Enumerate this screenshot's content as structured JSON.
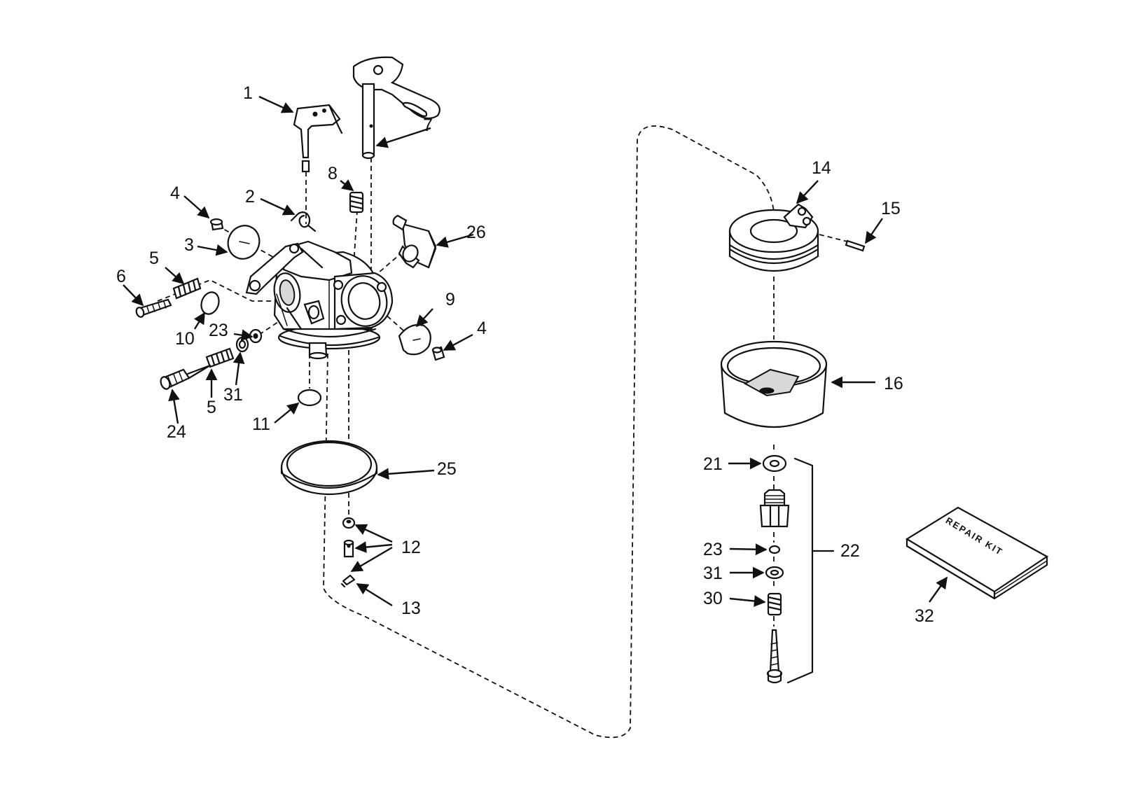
{
  "callouts": {
    "c1": "1",
    "c2": "2",
    "c3": "3",
    "c4a": "4",
    "c4b": "4",
    "c5a": "5",
    "c5b": "5",
    "c6": "6",
    "c7": "7",
    "c8": "8",
    "c9": "9",
    "c10": "10",
    "c11": "11",
    "c12": "12",
    "c13": "13",
    "c14": "14",
    "c15": "15",
    "c16": "16",
    "c21": "21",
    "c22": "22",
    "c23a": "23",
    "c23b": "23",
    "c24": "24",
    "c25": "25",
    "c26": "26",
    "c30": "30",
    "c31a": "31",
    "c31b": "31",
    "c32": "32"
  },
  "repair_kit": {
    "label": "REPAIR KIT"
  },
  "colors": {
    "ink": "#111111",
    "paper": "#ffffff"
  }
}
